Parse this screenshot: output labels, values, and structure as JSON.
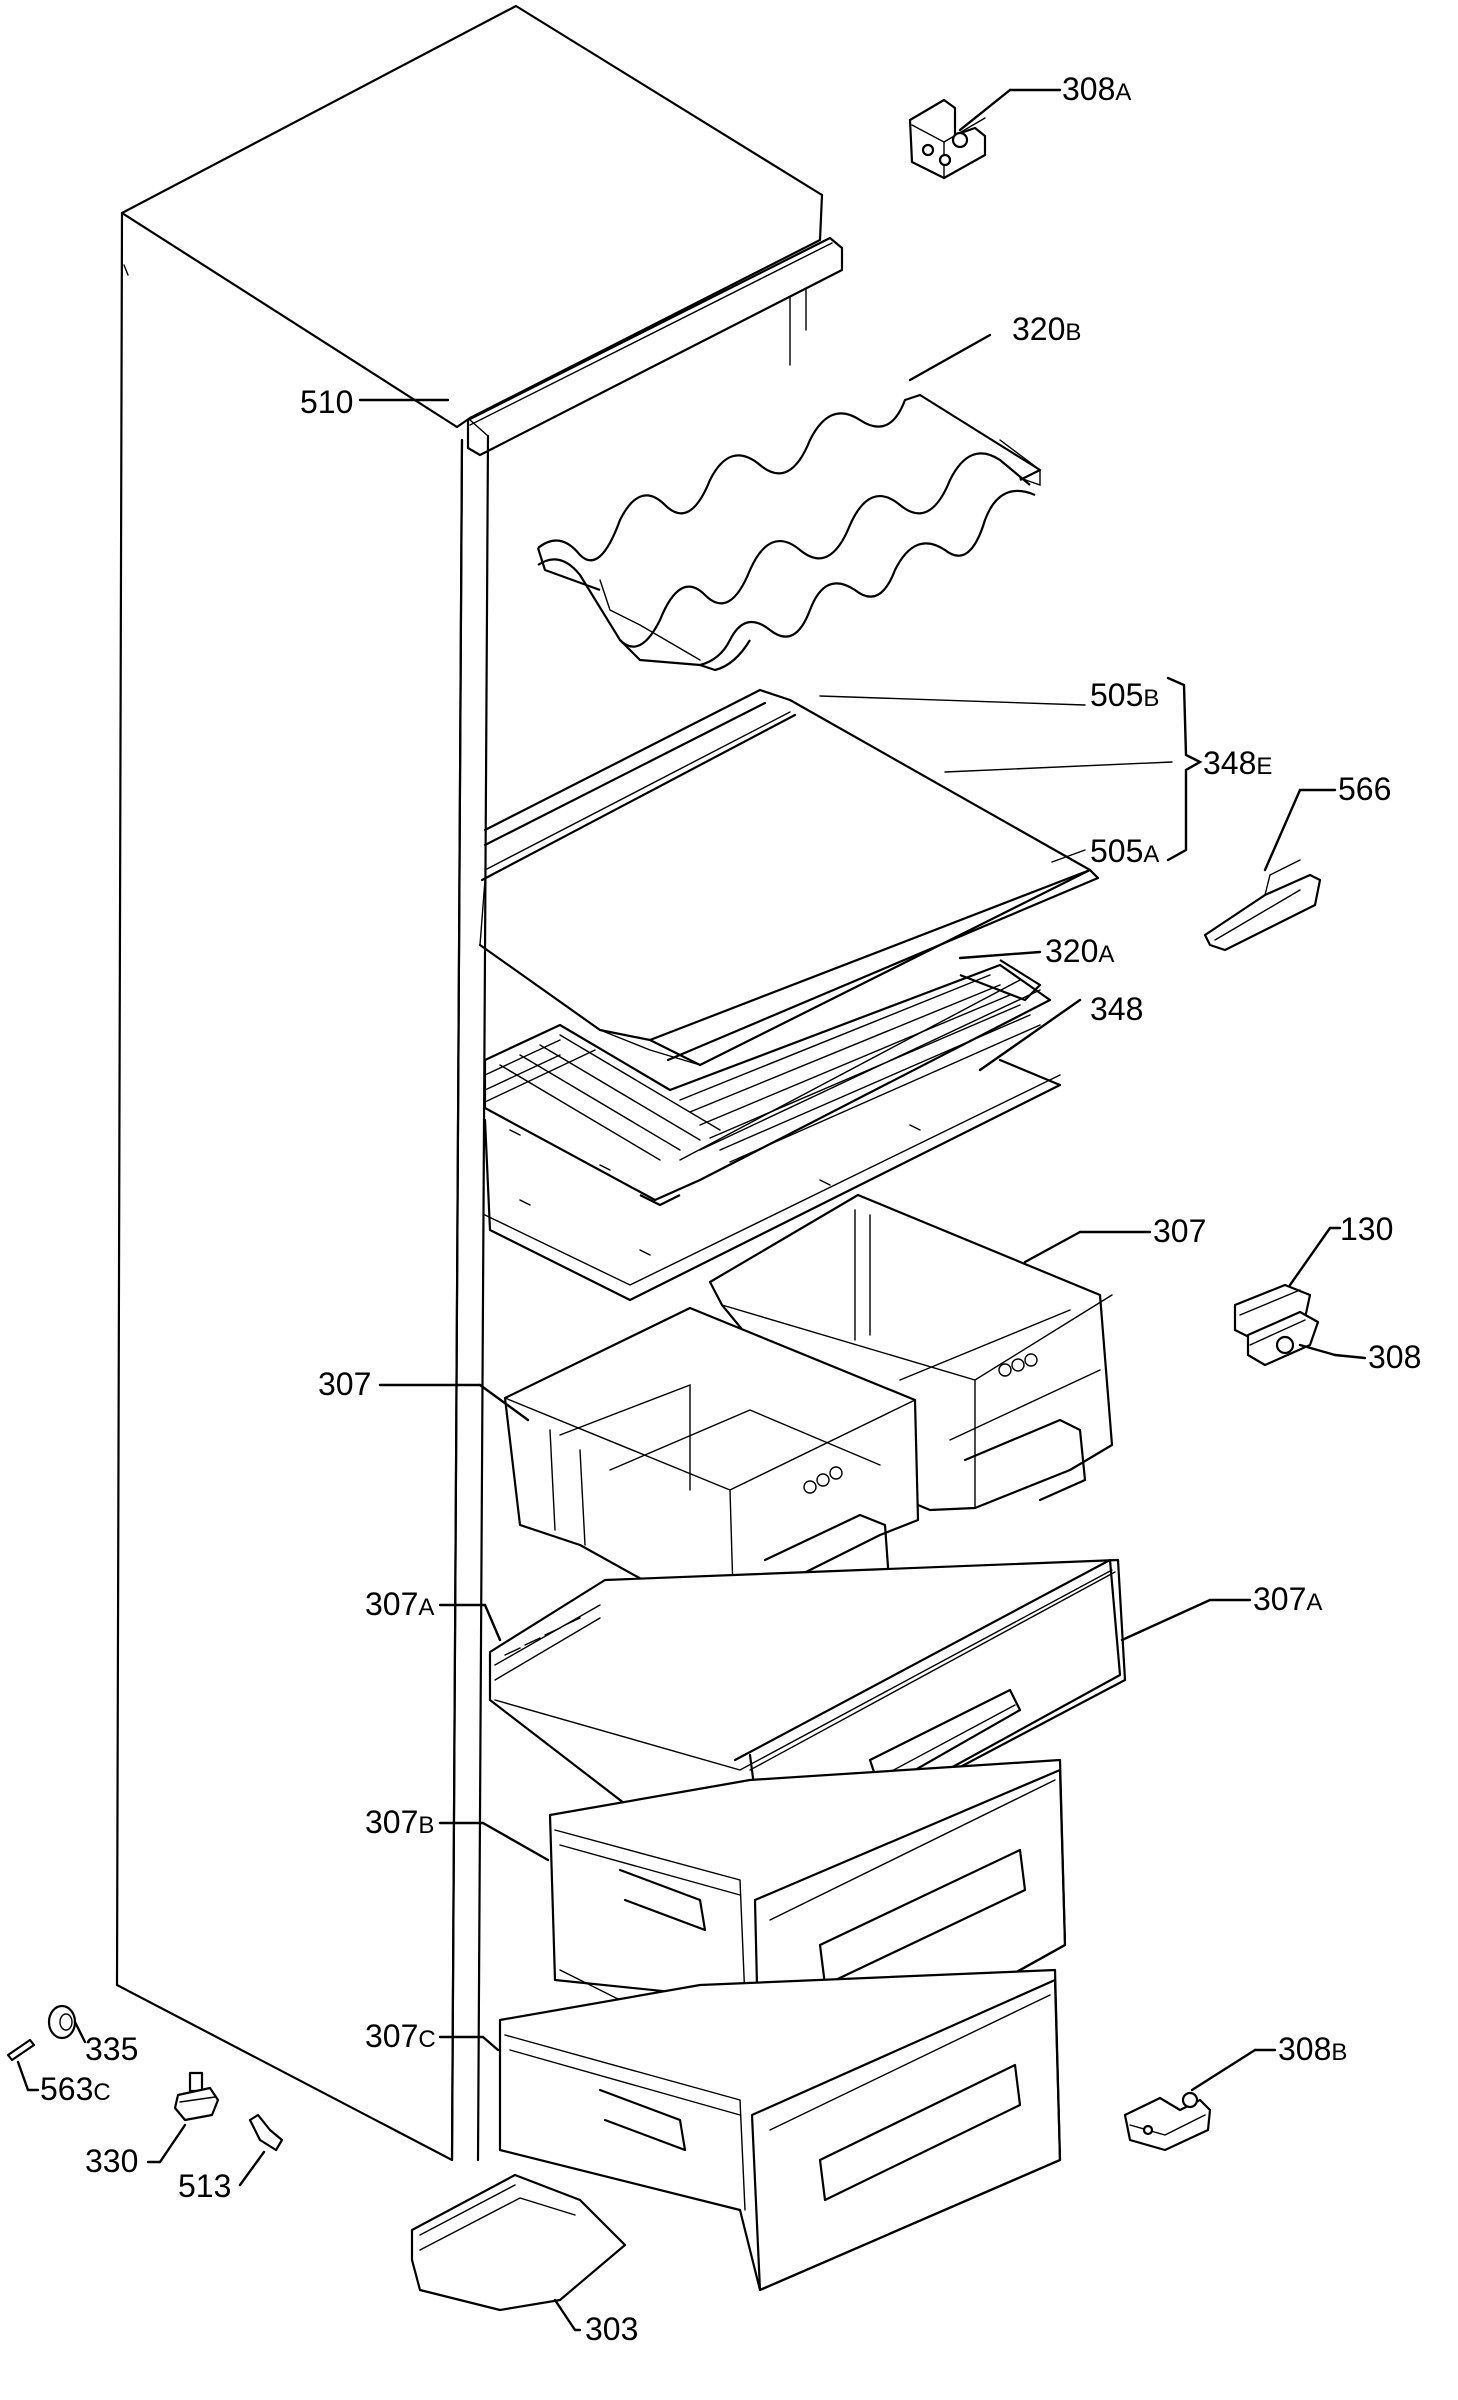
{
  "labels": {
    "l308A": {
      "main": "308",
      "sfx": "A"
    },
    "l320B": {
      "main": "320",
      "sfx": "B"
    },
    "l510": {
      "main": "510",
      "sfx": ""
    },
    "l505B": {
      "main": "505",
      "sfx": "B"
    },
    "l348E": {
      "main": "348",
      "sfx": "E"
    },
    "l566": {
      "main": "566",
      "sfx": ""
    },
    "l505A": {
      "main": "505",
      "sfx": "A"
    },
    "l320A": {
      "main": "320",
      "sfx": "A"
    },
    "l348": {
      "main": "348",
      "sfx": ""
    },
    "l307R": {
      "main": "307",
      "sfx": ""
    },
    "l130": {
      "main": "130",
      "sfx": ""
    },
    "l308": {
      "main": "308",
      "sfx": ""
    },
    "l307L": {
      "main": "307",
      "sfx": ""
    },
    "l307AL": {
      "main": "307",
      "sfx": "A"
    },
    "l307AR": {
      "main": "307",
      "sfx": "A"
    },
    "l307B": {
      "main": "307",
      "sfx": "B"
    },
    "l335": {
      "main": "335",
      "sfx": ""
    },
    "l563C": {
      "main": "563",
      "sfx": "C"
    },
    "l307C": {
      "main": "307",
      "sfx": "C"
    },
    "l308B": {
      "main": "308",
      "sfx": "B"
    },
    "l330": {
      "main": "330",
      "sfx": ""
    },
    "l513": {
      "main": "513",
      "sfx": ""
    },
    "l303": {
      "main": "303",
      "sfx": ""
    }
  }
}
